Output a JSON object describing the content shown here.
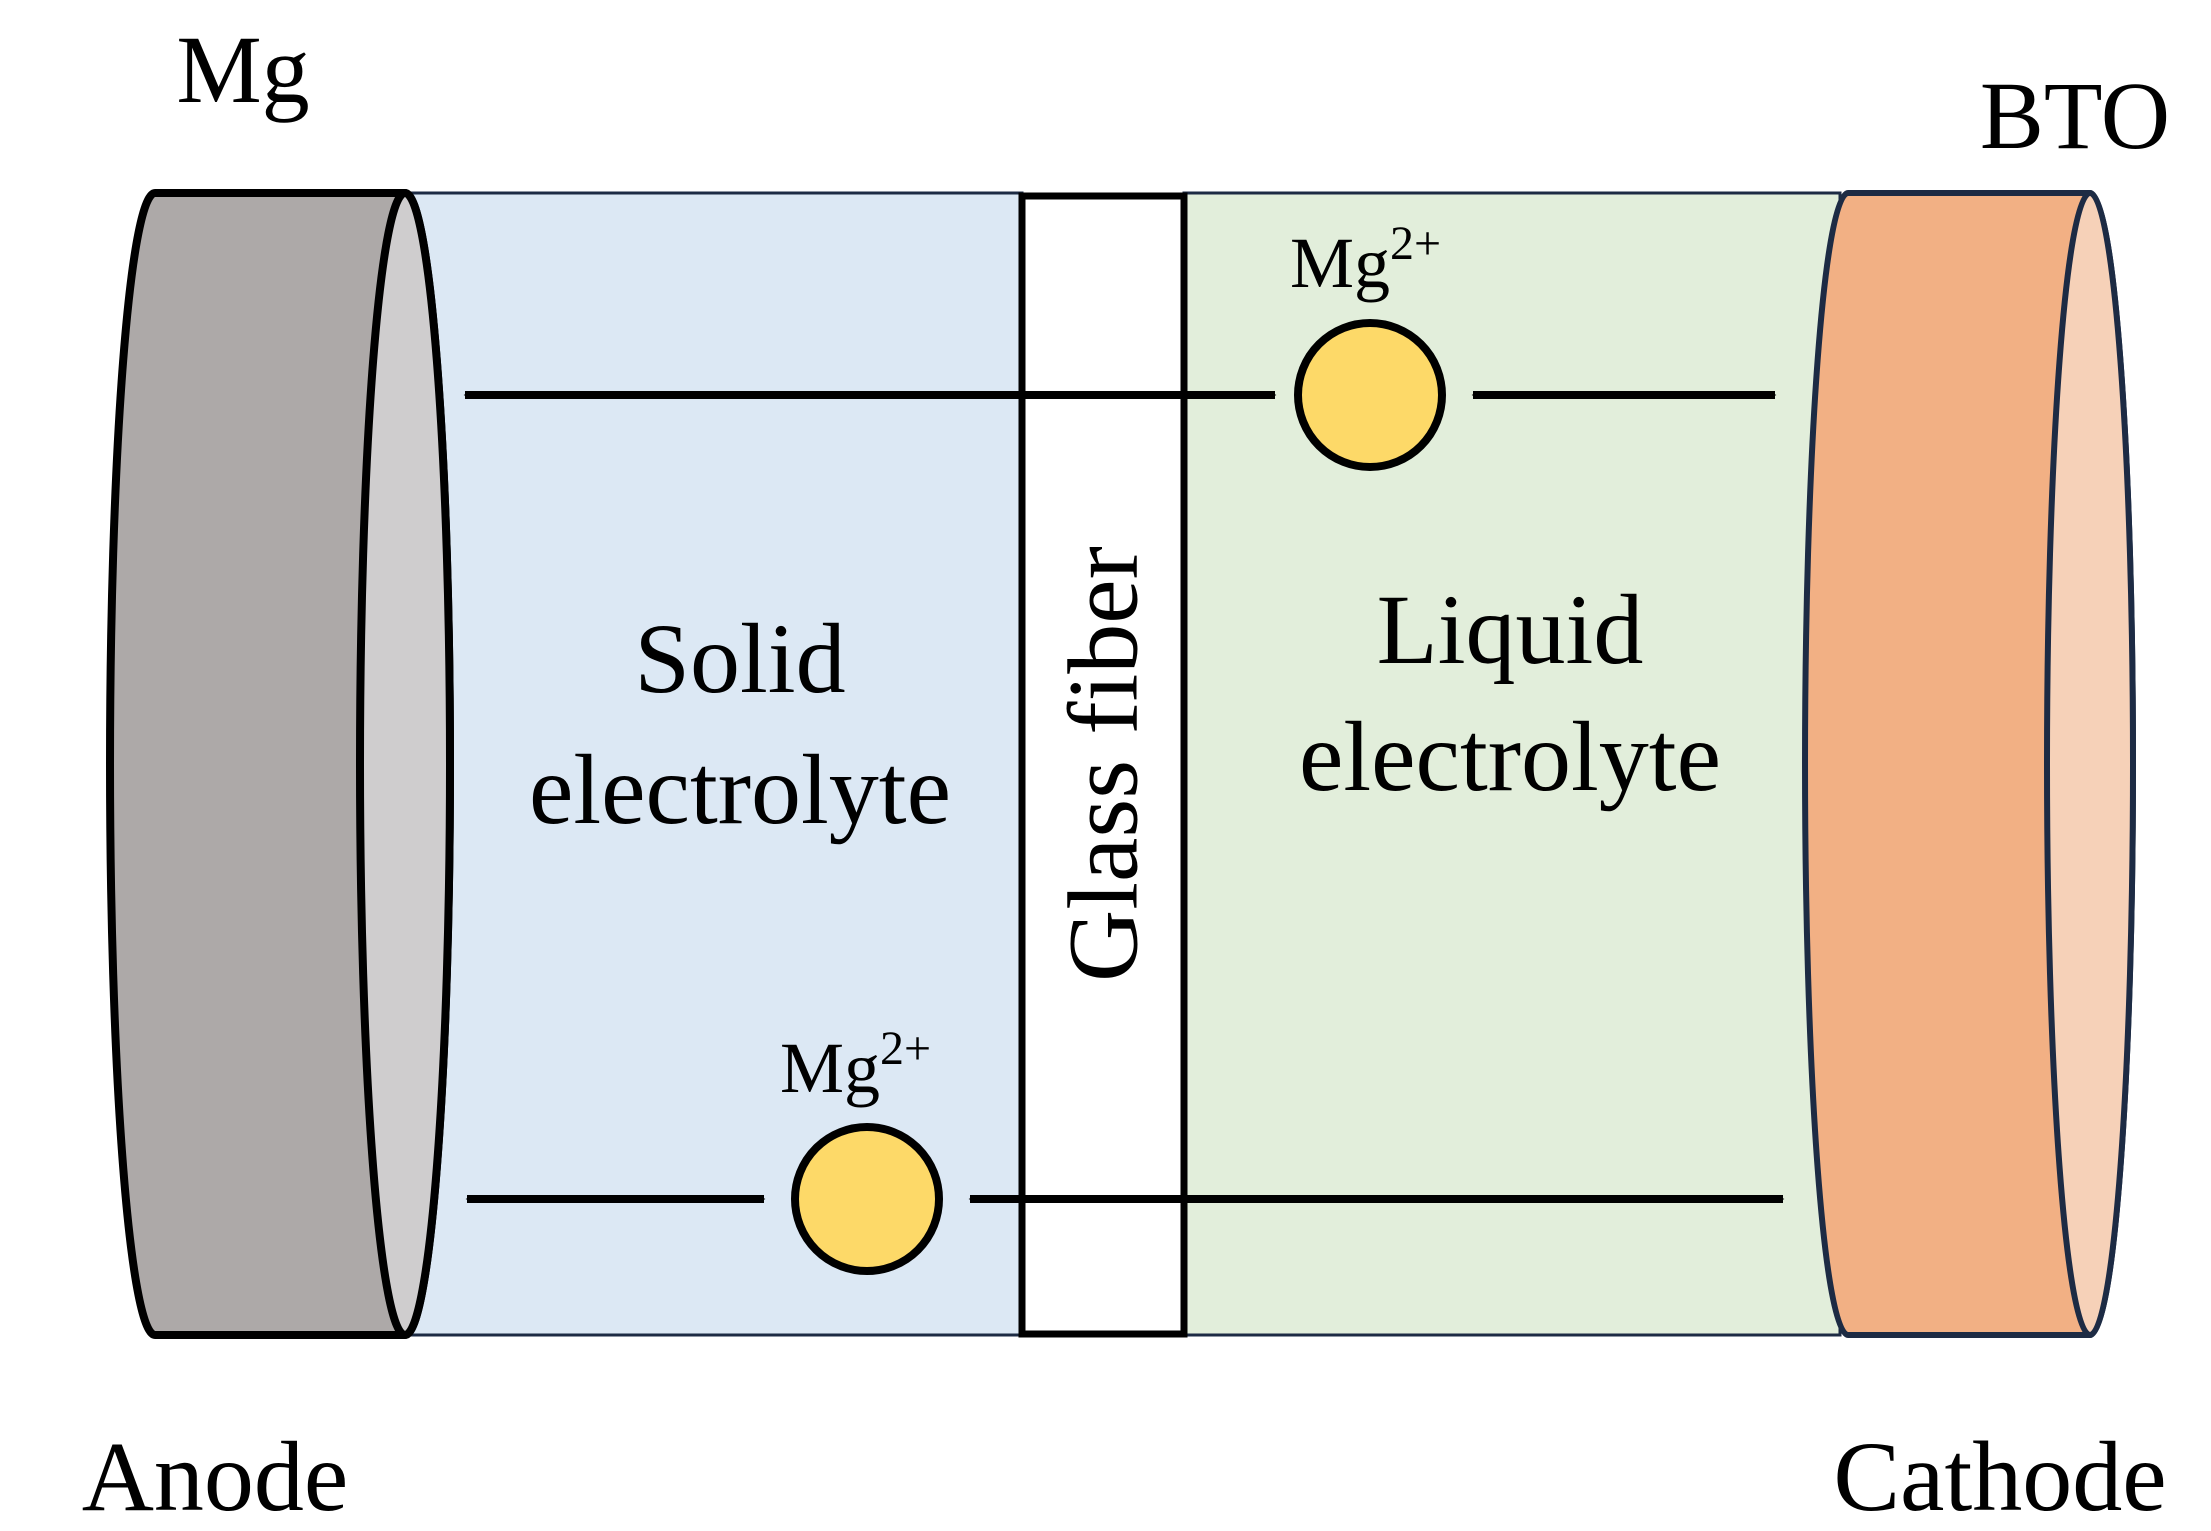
{
  "labels": {
    "anode_material": "Mg",
    "cathode_material": "BTO",
    "anode": "Anode",
    "cathode": "Cathode",
    "separator": "Glass fiber",
    "solid_electrolyte_line1": "Solid",
    "solid_electrolyte_line2": "electrolyte",
    "liquid_electrolyte_line1": "Liquid",
    "liquid_electrolyte_line2": "electrolyte",
    "ion_base": "Mg",
    "ion_charge": "2+"
  },
  "colors": {
    "anode_body": "#ada9a8",
    "anode_face": "#cfcdce",
    "solid_region": "#dce8f4",
    "liquid_region": "#e2eedb",
    "separator": "#ffffff",
    "cathode_body": "#f2b084",
    "cathode_face": "#f6d1b8",
    "ion": "#fdd968",
    "outline_dark": "#1d2b44",
    "stroke": "#000000"
  }
}
